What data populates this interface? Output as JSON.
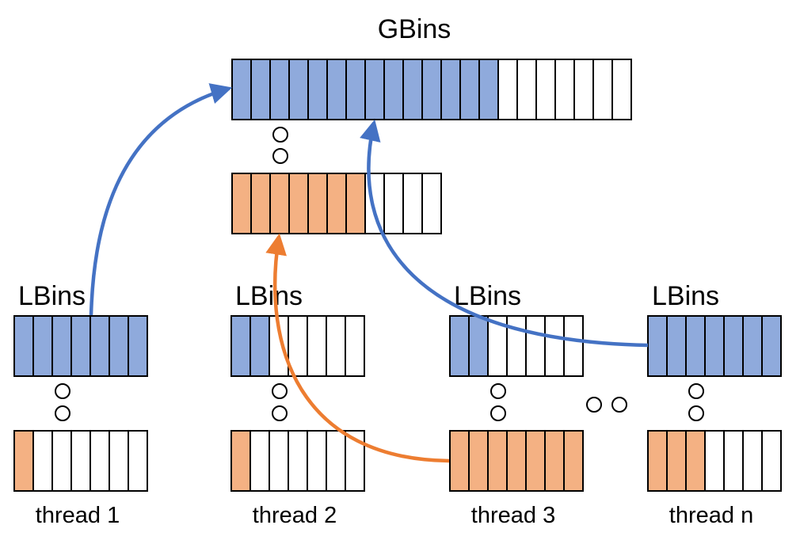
{
  "global": {
    "title": "GBins",
    "blue_row": {
      "cells": 21,
      "filled": 14
    },
    "orange_row": {
      "cells": 11,
      "filled": 7
    }
  },
  "threads": [
    {
      "label": "thread 1",
      "bins_label": "LBins",
      "blue_filled": 7,
      "orange_filled": 1
    },
    {
      "label": "thread 2",
      "bins_label": "LBins",
      "blue_filled": 2,
      "orange_filled": 1
    },
    {
      "label": "thread 3",
      "bins_label": "LBins",
      "blue_filled": 2,
      "orange_filled": 7
    },
    {
      "label": "thread n",
      "bins_label": "LBins",
      "blue_filled": 7,
      "orange_filled": 3
    }
  ],
  "cells_per_local_row": 7,
  "colors": {
    "blue_fill": "#8faadc",
    "orange_fill": "#f4b183",
    "blue_arrow": "#4472c4",
    "orange_arrow": "#ed7d31",
    "stroke": "#000000"
  }
}
